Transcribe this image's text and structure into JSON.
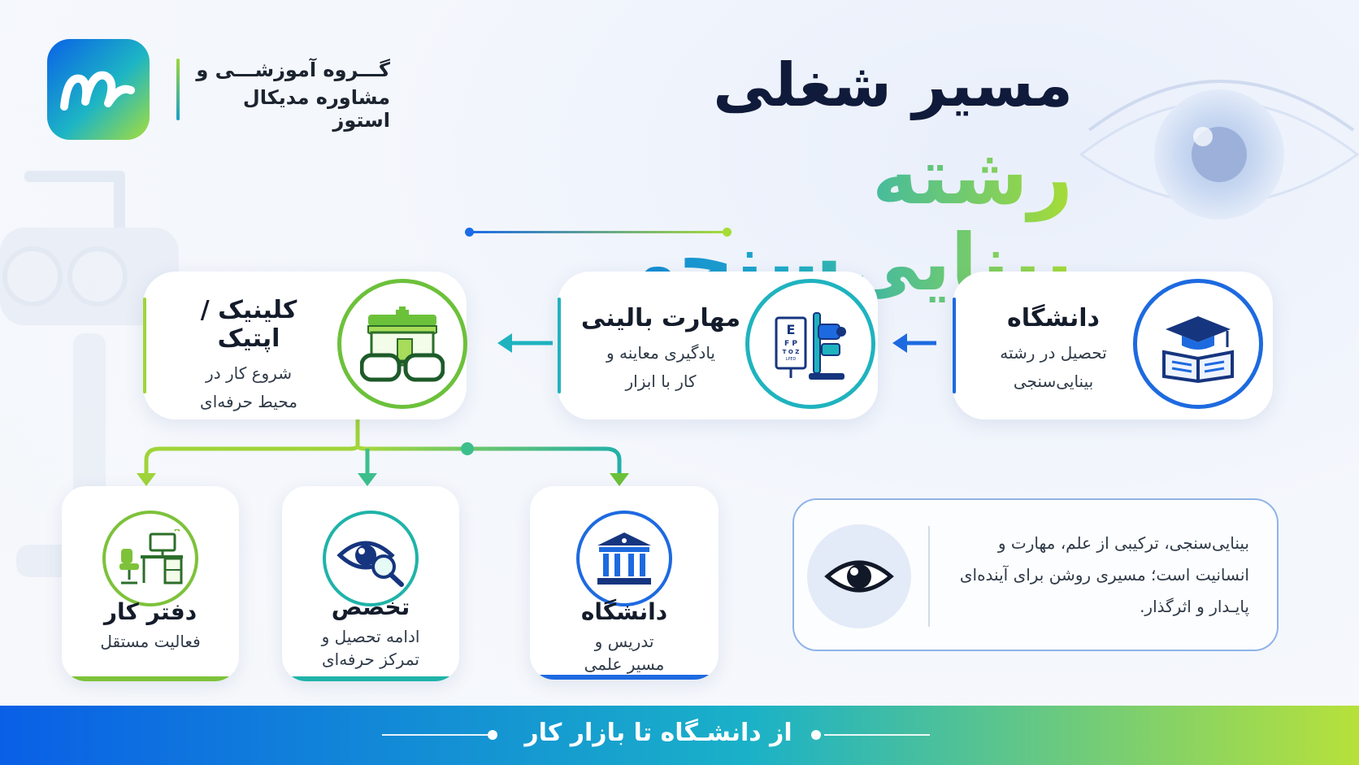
{
  "brand": {
    "line1": "گـــروه آموزشـــی و",
    "line2": "مشاوره مدیکال استوز"
  },
  "title": {
    "top": "مسیر شغلی",
    "main": "رشته بینایی‌سنجی"
  },
  "steps": [
    {
      "title": "دانشگاه",
      "sub1": "تحصیل در رشته",
      "sub2": "بینایی‌سنجی",
      "icon": "book-graduation-cap-icon",
      "color": "#1d6ae0"
    },
    {
      "title": "مهارت بالینی",
      "sub1": "یادگیری معاینه و",
      "sub2": "کار با ابزار",
      "icon": "eye-chart-equipment-icon",
      "color": "#1fb3bf"
    },
    {
      "title": "کلینیک / اپتیک",
      "sub1": "شروع کار در",
      "sub2": "محیط حرفه‌ای",
      "icon": "optic-shop-glasses-icon",
      "color": "#6cc13a"
    }
  ],
  "branches": [
    {
      "title": "دانشگاه",
      "sub1": "تدریس و",
      "sub2": "مسیر علمی",
      "icon": "university-building-icon",
      "color": "#1d6ae0"
    },
    {
      "title": "تخصص",
      "sub1": "ادامه تحصیل و",
      "sub2": "تمرکز حرفه‌ای",
      "icon": "eye-magnifier-icon",
      "color": "#1fb3a9"
    },
    {
      "title": "دفتر کار",
      "sub1": "فعالیت مستقل",
      "sub2": "",
      "icon": "office-desk-icon",
      "color": "#7dc23a"
    }
  ],
  "quote": {
    "line1": "بینایی‌سنجی، ترکیبی از علم، مهارت و",
    "line2": "انسانیت است؛ مسیری روشن برای آینده‌ای",
    "line3": "پایـدار و اثرگذار.",
    "icon": "eye-icon"
  },
  "footer": {
    "text": "از دانشـگاه تا بازار  کار"
  },
  "colors": {
    "blue": "#0a5fe6",
    "teal": "#1ab1c8",
    "green": "#a7dc36",
    "navy": "#101a3a"
  }
}
